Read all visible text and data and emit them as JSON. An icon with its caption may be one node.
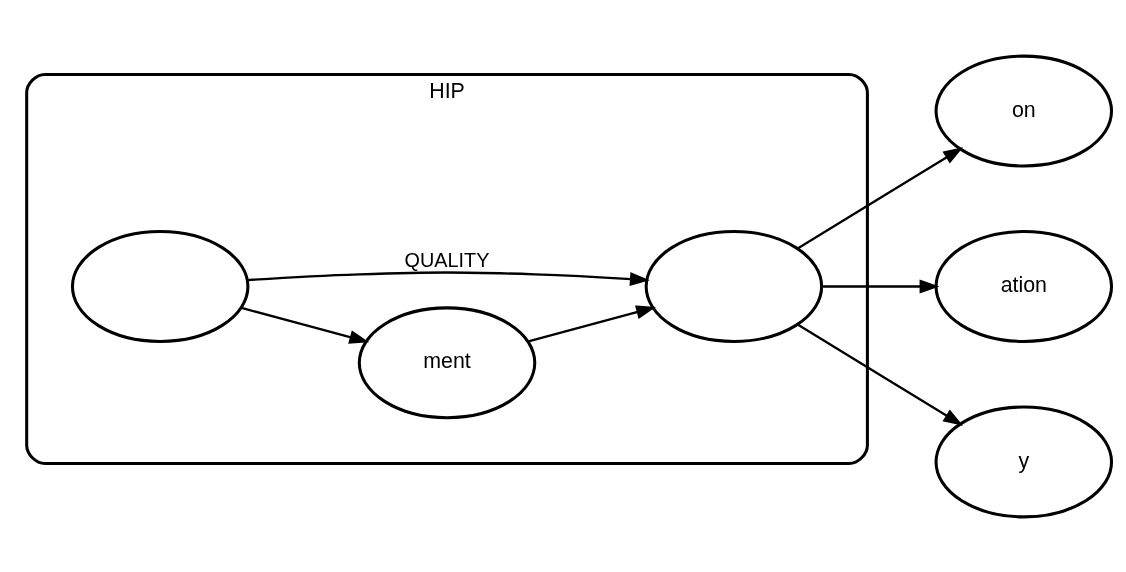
{
  "diagram": {
    "nodes": [
      {
        "text": [
          "HIP"
        ]
      },
      {
        "text": [],
        "shape": "ellipse",
        "in": 0
      },
      {
        "text": [
          "ment"
        ],
        "in": 0
      },
      {
        "text": [],
        "shape": "ellipse",
        "in": 0
      },
      {
        "text": [
          "on"
        ]
      },
      {
        "text": [
          "ation"
        ]
      },
      {
        "text": [
          "y"
        ]
      }
    ],
    "edges": [
      {
        "from": 1,
        "to": 2,
        "arrow": "to"
      },
      {
        "from": 1,
        "to": 3,
        "arrow": "to",
        "label": "QUALITY"
      },
      {
        "from": 2,
        "to": 3,
        "arrow": "to"
      },
      {
        "from": 3,
        "to": 4,
        "arrow": "to"
      },
      {
        "from": 3,
        "to": 5,
        "arrow": "to"
      },
      {
        "from": 3,
        "to": 6,
        "arrow": "to"
      }
    ]
  }
}
